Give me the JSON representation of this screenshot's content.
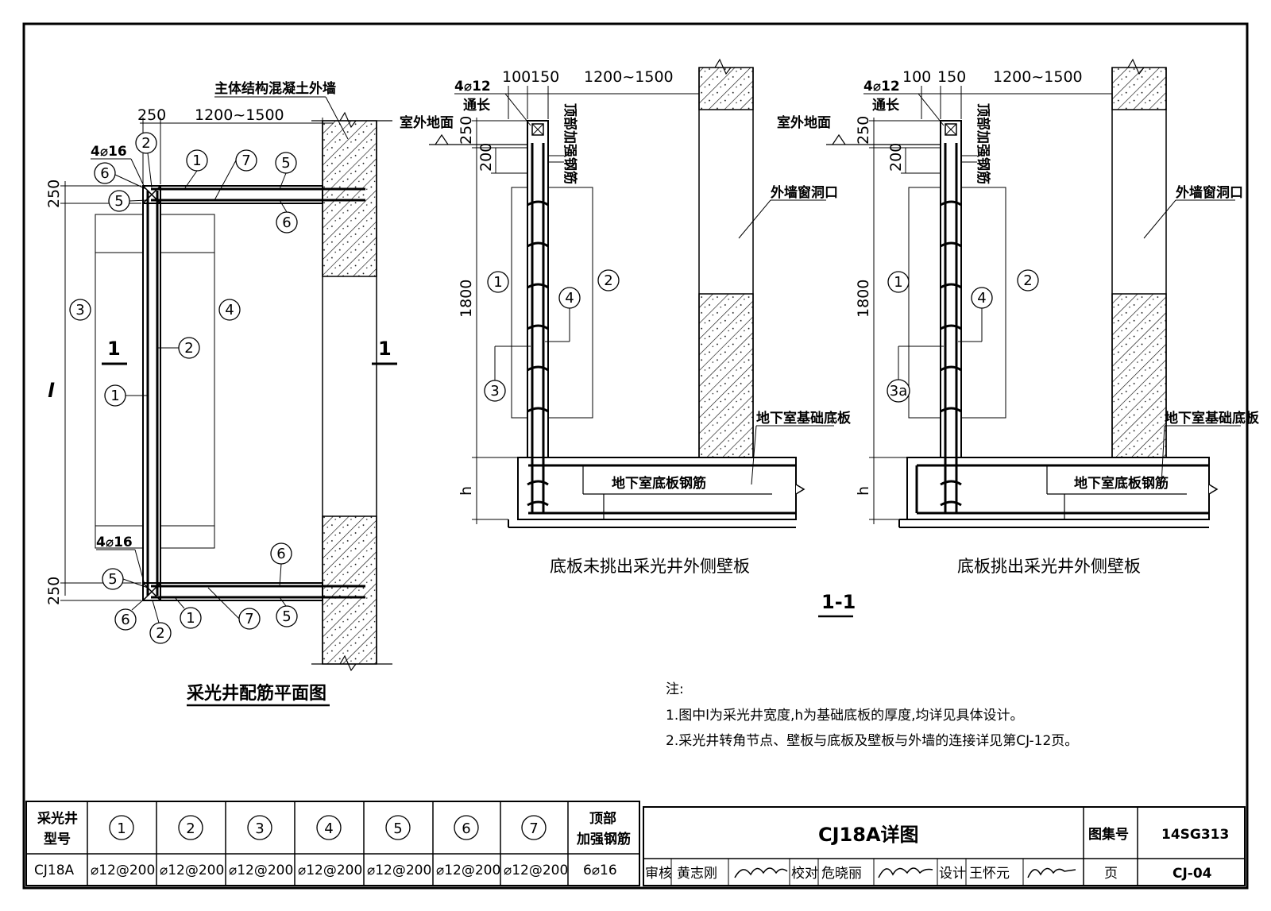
{
  "plan": {
    "title": "采光井配筋平面图",
    "wall_label": "主体结构混凝土外墙",
    "dim_250_top": "250",
    "dim_width": "1200~1500",
    "dim_250_left_top": "250",
    "dim_250_left_bot": "250",
    "dim_l": "l",
    "bar_top": "4⌀16",
    "bar_bot": "4⌀16",
    "section_mark": "1"
  },
  "section_a": {
    "caption": "底板未挑出采光井外侧壁板",
    "dim_100": "100",
    "dim_150": "150",
    "dim_width": "1200~1500",
    "bar": "4⌀12",
    "bar_note": "通长",
    "ground": "室外地面",
    "dim_250": "250",
    "dim_200": "200",
    "top_rebar": "顶部加强钢筋",
    "window": "外墙窗洞口",
    "dim_1800": "1800",
    "dim_h": "h",
    "slab": "地下室基础底板",
    "slab_rebar": "地下室底板钢筋",
    "tag3": "3"
  },
  "section_b": {
    "caption": "底板挑出采光井外侧壁板",
    "dim_100": "100",
    "dim_150": "150",
    "dim_width": "1200~1500",
    "bar": "4⌀12",
    "bar_note": "通长",
    "ground": "室外地面",
    "dim_250": "250",
    "dim_200": "200",
    "top_rebar": "顶部加强钢筋",
    "window": "外墙窗洞口",
    "dim_1800": "1800",
    "dim_h": "h",
    "slab": "地下室基础底板",
    "slab_rebar": "地下室底板钢筋",
    "tag3": "3a"
  },
  "section_title": "1-1",
  "notes": {
    "heading": "注:",
    "line1": "1.图中l为采光井宽度,h为基础底板的厚度,均详见具体设计。",
    "line2": "2.采光井转角节点、壁板与底板及壁板与外墙的连接详见第CJ-12页。"
  },
  "table": {
    "header_type_1": "采光井",
    "header_type_2": "型号",
    "cols": [
      "1",
      "2",
      "3",
      "4",
      "5",
      "6",
      "7"
    ],
    "header_top_1": "顶部",
    "header_top_2": "加强钢筋",
    "row_type": "CJ18A",
    "values": [
      "⌀12@200",
      "⌀12@200",
      "⌀12@200",
      "⌀12@200",
      "⌀12@200",
      "⌀12@200",
      "⌀12@200"
    ],
    "row_top": "6⌀16"
  },
  "titleblock": {
    "drawing_title": "CJ18A详图",
    "atlas_label": "图集号",
    "atlas_no": "14SG313",
    "review_label": "审核",
    "reviewer": "黄志刚",
    "check_label": "校对",
    "checker": "危晓丽",
    "design_label": "设计",
    "designer": "王怀元",
    "page_label": "页",
    "page_no": "CJ-04"
  }
}
